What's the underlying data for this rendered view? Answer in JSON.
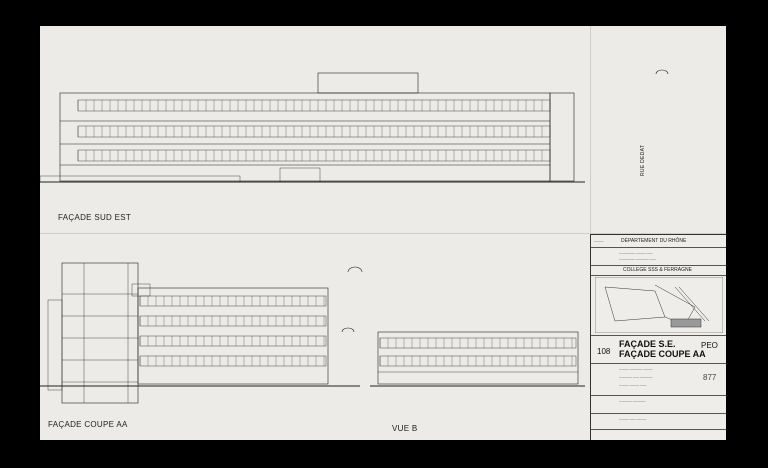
{
  "labels": {
    "facade_sud_est": "FAÇADE SUD EST",
    "facade_coupe_aa": "FAÇADE COUPE AA",
    "vue_b": "VUE B",
    "rue_dedat": "RUE DEDAT"
  },
  "title_block": {
    "department": "DÉPARTEMENT DU RHÔNE",
    "college": "COLLEGE SSS & FERRAGNE",
    "sheet_number": "108",
    "title_line1": "FAÇADE S.E.",
    "title_line2": "FAÇADE COUPE AA",
    "phase": "PEO",
    "drawing_number": "877"
  },
  "colors": {
    "background": "#000000",
    "paper": "#ecebe7",
    "ink": "#222222"
  }
}
